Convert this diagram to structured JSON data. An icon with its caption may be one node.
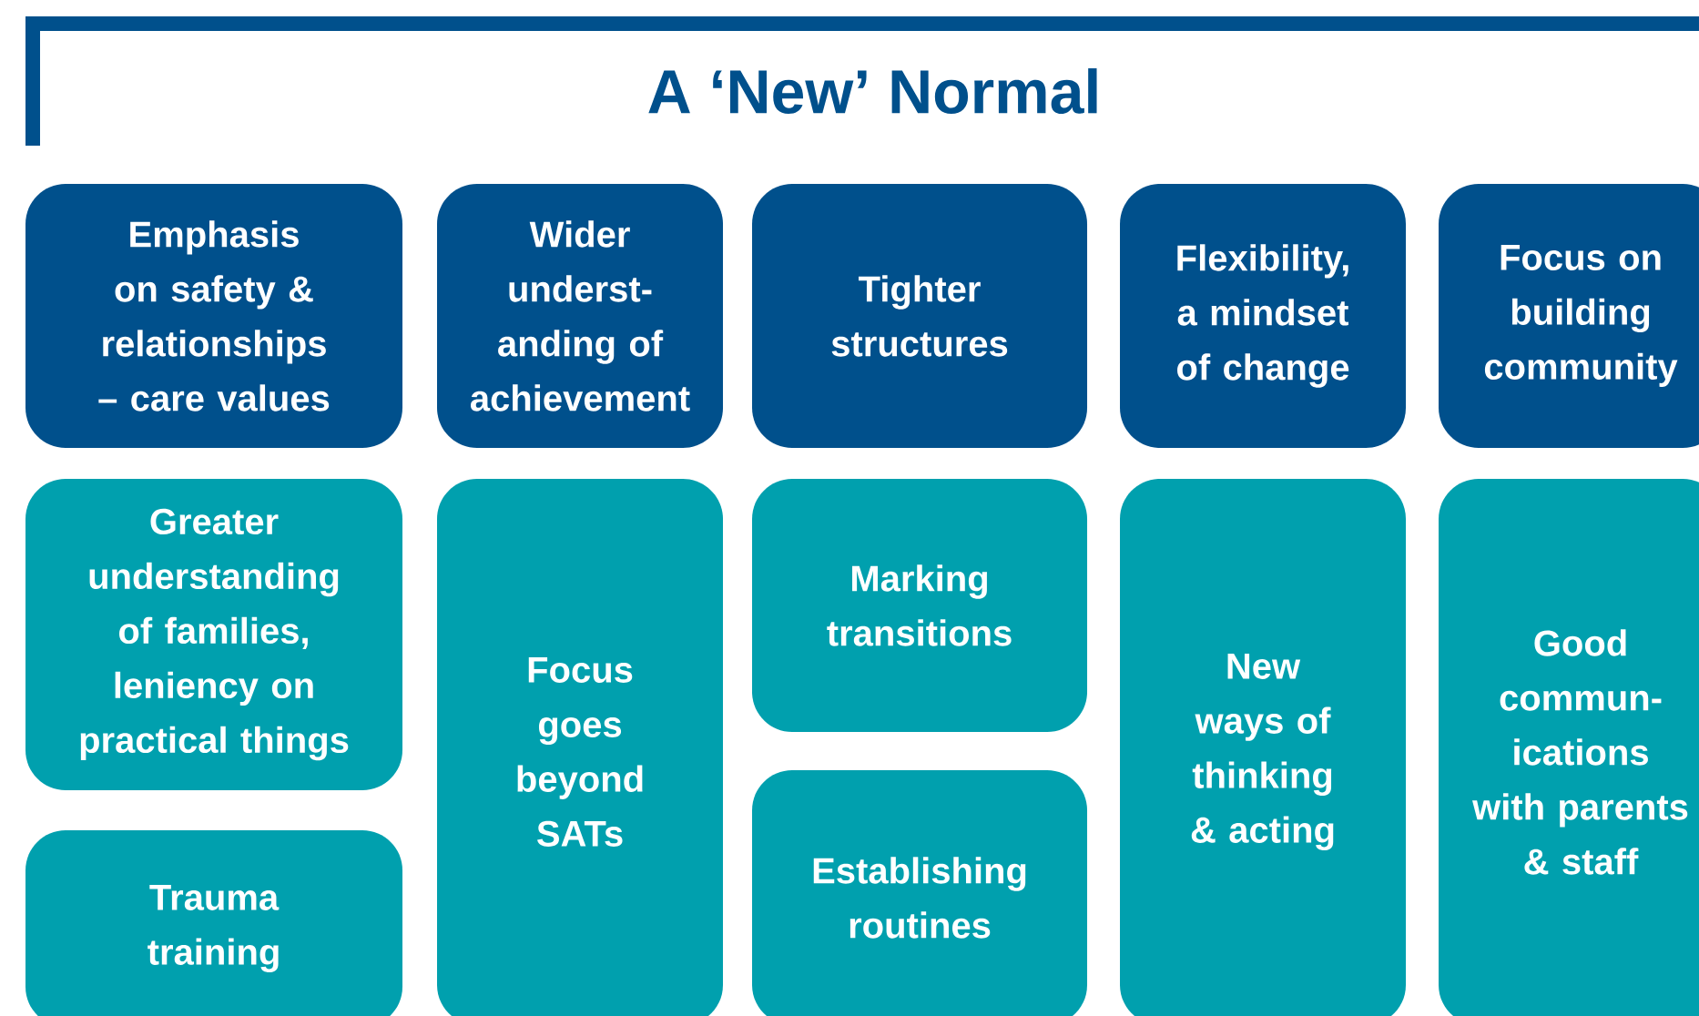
{
  "diagram": {
    "title": "A ‘New’ Normal",
    "nodes": [
      {
        "text": [
          "Emphasis on safety & relationships – care values"
        ]
      },
      {
        "text": [
          "Wider underst- anding of achievement"
        ]
      },
      {
        "text": [
          "Tighter structures"
        ]
      },
      {
        "text": [
          "Flexibility, a mindset of change"
        ]
      },
      {
        "text": [
          "Focus on building community"
        ]
      },
      {
        "text": [
          "Greater understanding of families, leniency on practical things"
        ]
      },
      {
        "text": [
          "Trauma training"
        ]
      },
      {
        "text": [
          "Focus goes beyond SATs"
        ]
      },
      {
        "text": [
          "Marking transitions"
        ]
      },
      {
        "text": [
          "Establishing routines"
        ]
      },
      {
        "text": [
          "New ways of thinking & acting"
        ]
      },
      {
        "text": [
          "Good commun- ications with parents & staff"
        ]
      }
    ]
  }
}
